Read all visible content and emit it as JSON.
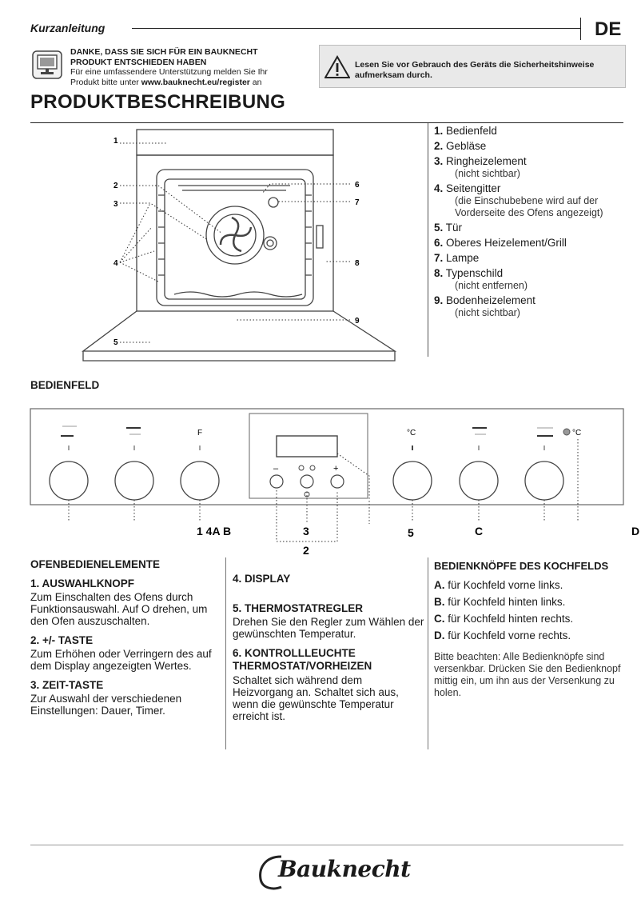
{
  "header": {
    "doc_type": "Kurzanleitung",
    "language": "DE",
    "thanks_line1": "DANKE, DASS SIE SICH FÜR EIN BAUKNECHT",
    "thanks_line2": "PRODUKT ENTSCHIEDEN HABEN",
    "thanks_line3": "Für eine umfassendere Unterstützung melden Sie Ihr",
    "thanks_line4_pre": "Produkt bitte unter ",
    "thanks_url": "www.bauknecht.eu/register",
    "thanks_line4_post": " an",
    "warning_line1": "Lesen Sie vor Gebrauch des Geräts die Sicherheitshinweise",
    "warning_line2": "aufmerksam durch."
  },
  "product": {
    "title": "PRODUKTBESCHREIBUNG",
    "callouts": [
      "1",
      "2",
      "3",
      "4",
      "5",
      "6",
      "7",
      "8",
      "9"
    ],
    "parts": [
      {
        "num": "1.",
        "label": "Bedienfeld",
        "sub": ""
      },
      {
        "num": "2.",
        "label": "Gebläse",
        "sub": ""
      },
      {
        "num": "3.",
        "label": "Ringheizelement",
        "sub": "(nicht sichtbar)"
      },
      {
        "num": "4.",
        "label": "Seitengitter",
        "sub": "(die Einschubebene wird auf der Vorderseite des Ofens angezeigt)"
      },
      {
        "num": "5.",
        "label": "Tür",
        "sub": ""
      },
      {
        "num": "6.",
        "label": "Oberes Heizelement/Grill",
        "sub": ""
      },
      {
        "num": "7.",
        "label": "Lampe",
        "sub": ""
      },
      {
        "num": "8.",
        "label": "Typenschild",
        "sub": "(nicht entfernen)"
      },
      {
        "num": "9.",
        "label": "Bodenheizelement",
        "sub": "(nicht sichtbar)"
      }
    ]
  },
  "panel": {
    "title": "BEDIENFELD",
    "knob_symbols": [
      "F",
      "°C",
      "°C"
    ],
    "button_symbols": [
      "–",
      "+"
    ],
    "labels": [
      "1 4A B",
      "3",
      "2",
      "5",
      "C",
      "D"
    ]
  },
  "controls": {
    "title": "OFENBEDIENELEMENTE",
    "s1_title": "1. AUSWAHLKNOPF",
    "s1_text": "Zum Einschalten des Ofens durch Funktionsauswahl. Auf  O drehen, um den Ofen auszuschalten.",
    "s2_title": "2. +/- TASTE",
    "s2_text": "Zum Erhöhen oder Verringern des auf dem Display angezeigten Wertes.",
    "s3_title": "3. ZEIT-TASTE",
    "s3_text": "Zur Auswahl der verschiedenen Einstellungen: Dauer,  Timer.",
    "s4_title": "4. DISPLAY",
    "s5_title": "5. THERMOSTATREGLER",
    "s5_text": "Drehen Sie den Regler zum Wählen der gewünschten Temperatur.",
    "s6_title": "6. KONTROLLLEUCHTE THERMOSTAT/VORHEIZEN",
    "s6_text": "Schaltet sich während dem Heizvorgang an. Schaltet sich aus, wenn die gewünschte Temperatur erreicht ist."
  },
  "hob_knobs": {
    "title": "BEDIENKNÖPFE DES KOCHFELDS",
    "items": [
      {
        "num": "A.",
        "label": "für Kochfeld vorne links."
      },
      {
        "num": "B.",
        "label": "für Kochfeld hinten links."
      },
      {
        "num": "C.",
        "label": "für Kochfeld hinten rechts."
      },
      {
        "num": "D.",
        "label": "für Kochfeld vorne rechts."
      }
    ],
    "note": "Bitte beachten: Alle Bedienknöpfe sind versenkbar. Drücken Sie den Bedienknopf mittig ein, um ihn aus der Versenkung zu holen."
  },
  "brand": {
    "logo_text": "Bauknecht"
  }
}
